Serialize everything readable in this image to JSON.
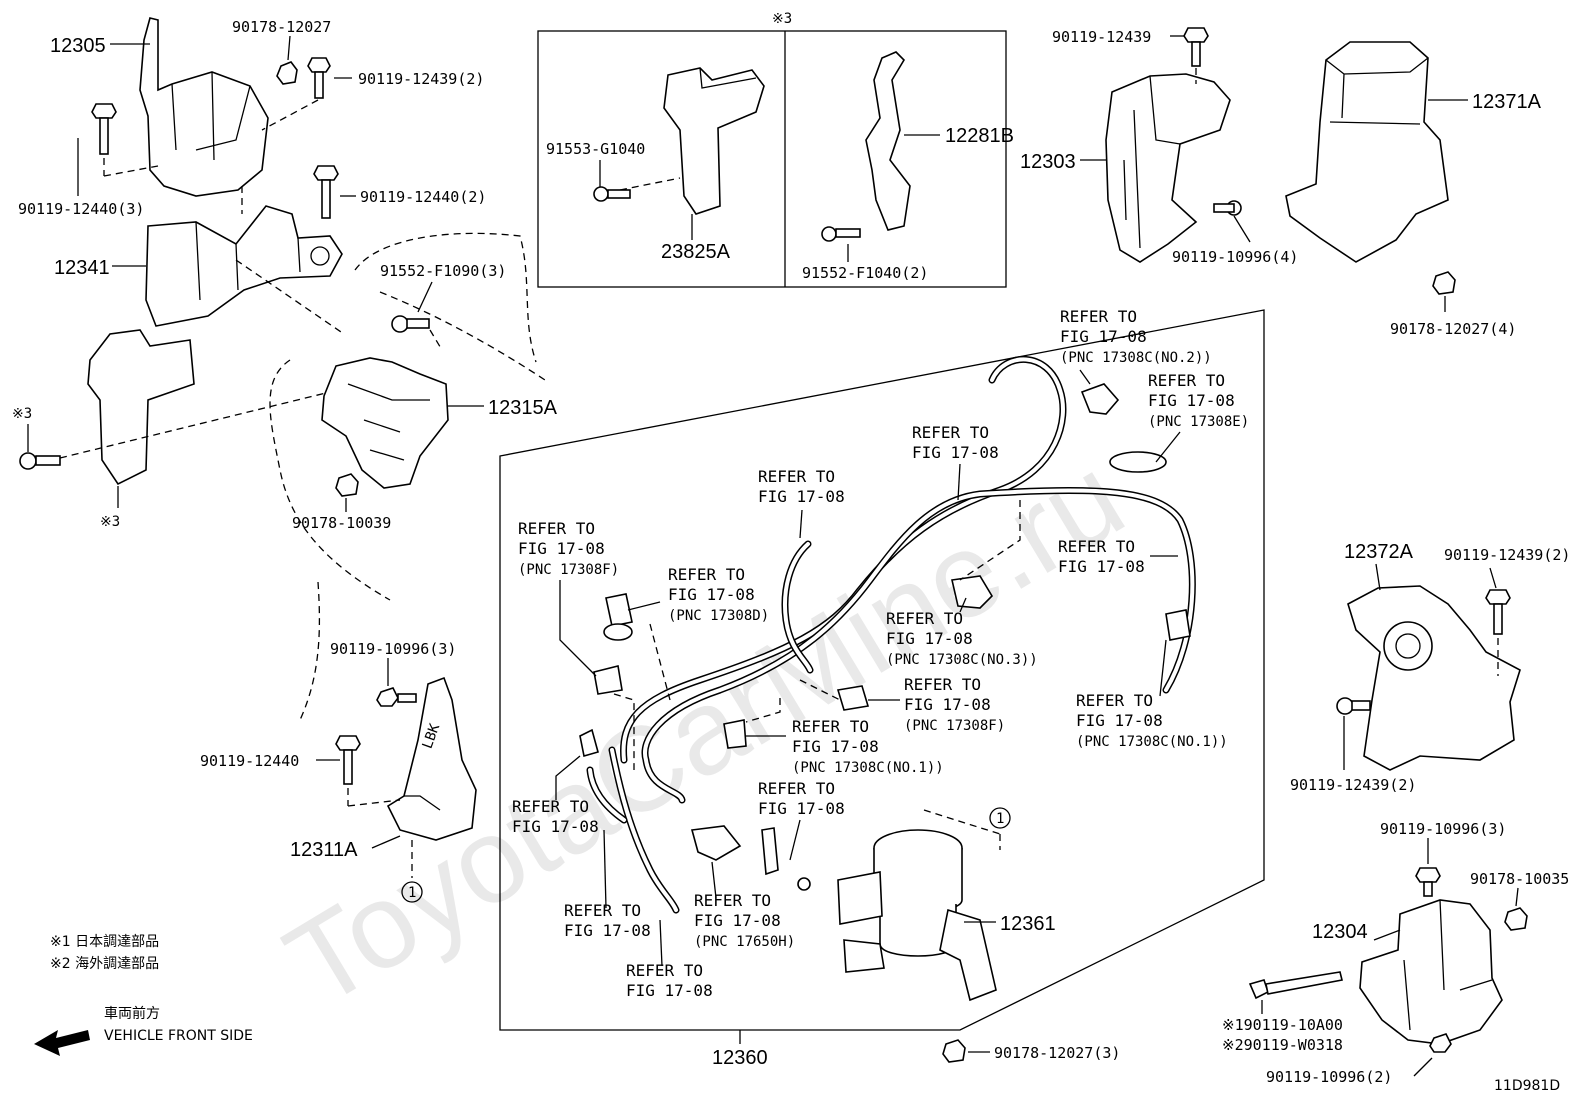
{
  "watermark": "ToyotaCarMine.ru",
  "diagram_code": "11D981D",
  "labels": {
    "p12305": "12305",
    "p12341": "12341",
    "p12315A": "12315A",
    "p12311A": "12311A",
    "p23825A": "23825A",
    "p12281B": "12281B",
    "p12303": "12303",
    "p12371A": "12371A",
    "p12372A": "12372A",
    "p12304": "12304",
    "p12360": "12360",
    "p12361": "12361",
    "b_90178_12027": "90178-12027",
    "b_90119_12439_2": "90119-12439(2)",
    "b_90119_12440_3": "90119-12440(3)",
    "b_90119_12440_2": "90119-12440(2)",
    "b_91552_F1090_3": "91552-F1090(3)",
    "b_90178_10039": "90178-10039",
    "b_90119_10996_3a": "90119-10996(3)",
    "b_90119_12440": "90119-12440",
    "b_91553_G1040": "91553-G1040",
    "b_91552_F1040_2": "91552-F1040(2)",
    "b_90119_12439": "90119-12439",
    "b_90119_10996_4": "90119-10996(4)",
    "b_90178_12027_4": "90178-12027(4)",
    "b_90119_12439_2b": "90119-12439(2)",
    "b_90119_12439_2c": "90119-12439(2)",
    "b_90119_10996_3b": "90119-10996(3)",
    "b_90178_10035": "90178-10035",
    "b_x1_90119_10A00": "※190119-10A00",
    "b_x2_90119_W0318": "※290119-W0318",
    "b_90119_10996_2": "90119-10996(2)",
    "b_90178_12027_3": "90178-12027(3)",
    "mark3_top": "※3",
    "mark3_left": "※3",
    "mark3_bottom": "※3",
    "circle1a": "1",
    "circle1b": "1"
  },
  "refer": {
    "line1": "REFER TO",
    "line2": "FIG 17-08",
    "pnc_17308C_2": "(PNC 17308C(NO.2))",
    "pnc_17308E": "(PNC 17308E)",
    "pnc_17308F": "(PNC 17308F)",
    "pnc_17308D": "(PNC 17308D)",
    "pnc_17308C_3": "(PNC 17308C(NO.3))",
    "pnc_17308C_1": "(PNC 17308C(NO.1))",
    "pnc_17650H": "(PNC 17650H)"
  },
  "notes": {
    "n1": "※1 日本調達部品",
    "n2": "※2 海外調達部品",
    "front_jp": "車両前方",
    "front_en": "VEHICLE FRONT SIDE"
  }
}
